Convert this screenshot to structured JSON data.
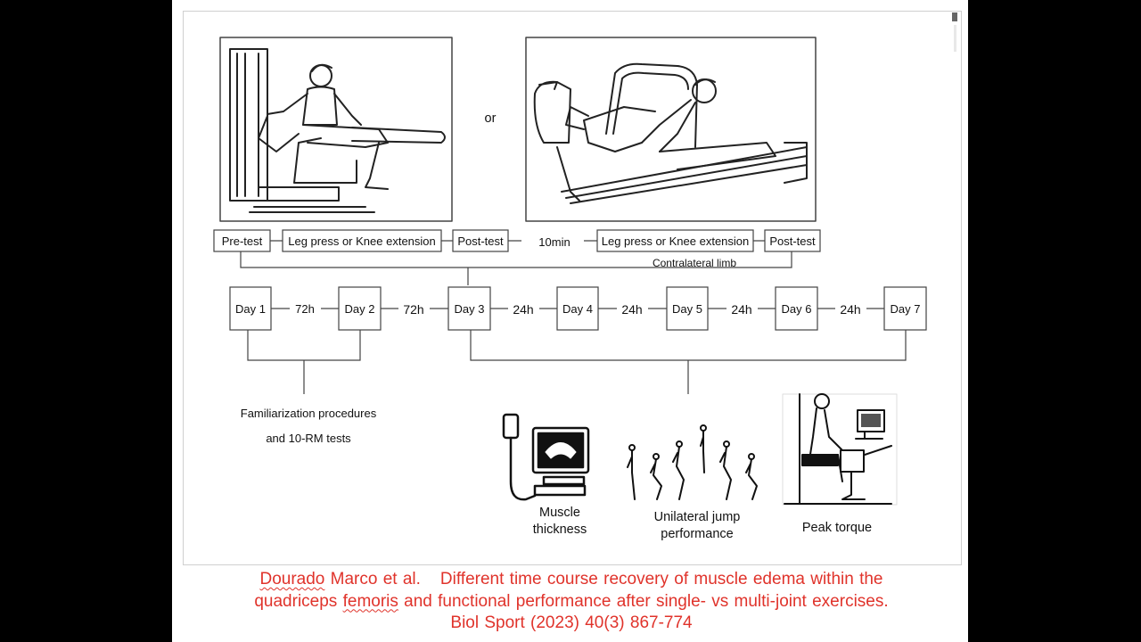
{
  "protocol": {
    "steps": [
      "Pre-test",
      "Leg press or Knee extension",
      "Post-test",
      "Leg press or Knee extension",
      "Post-test"
    ],
    "interval": "10min",
    "contralateral_label": "Contralateral limb",
    "or_label": "or"
  },
  "timeline": {
    "days": [
      "Day 1",
      "Day 2",
      "Day 3",
      "Day 4",
      "Day 5",
      "Day 6",
      "Day 7"
    ],
    "intervals": [
      "72h",
      "72h",
      "24h",
      "24h",
      "24h",
      "24h"
    ]
  },
  "familiarization": {
    "line1": "Familiarization procedures",
    "line2": "and 10-RM tests"
  },
  "measures": {
    "muscle_thickness": [
      "Muscle",
      "thickness"
    ],
    "jump": [
      "Unilateral jump",
      "performance"
    ],
    "peak_torque": "Peak torque"
  },
  "caption": {
    "author_ul": "Dourado",
    "author_rest": " Marco et al.",
    "title_part1": "Different time course recovery of muscle edema within the",
    "title_part2a": "quadriceps ",
    "title_ul": "femoris",
    "title_part2b": " and functional performance after single- vs multi-joint exercises.",
    "citation": "Biol Sport (2023) 40(3) 867-774"
  },
  "colors": {
    "caption": "#e0332b",
    "background": "#000000"
  }
}
